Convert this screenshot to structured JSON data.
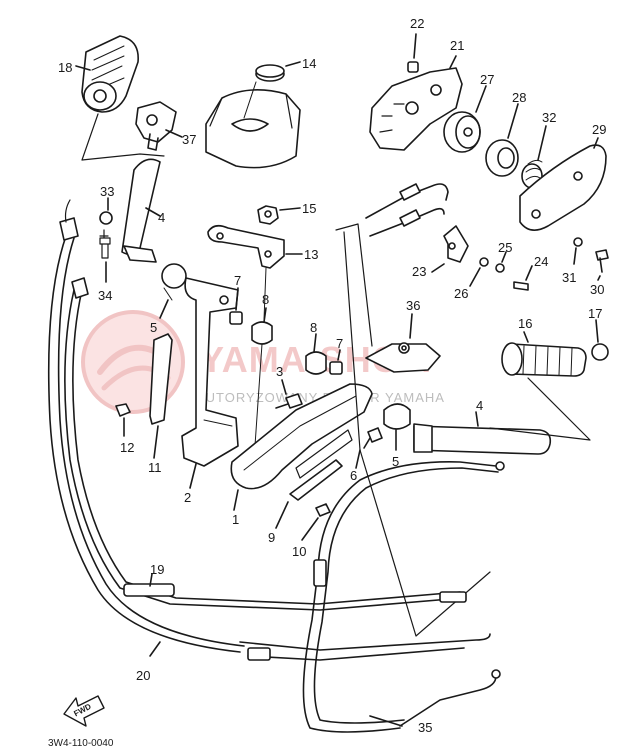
{
  "diagram": {
    "watermark": {
      "brand": "YAMA-SHOP.",
      "subtitle": "AUTORYZOWANY DEALER YAMAHA",
      "color": "#f1c4c4"
    },
    "fwd_label": "FWD",
    "figure_code": "3W4-110-0040",
    "callouts": {
      "n1": "1",
      "n2": "2",
      "n3": "3",
      "n4a": "4",
      "n4b": "4",
      "n5a": "5",
      "n5b": "5",
      "n6": "6",
      "n7a": "7",
      "n7b": "7",
      "n8a": "8",
      "n8b": "8",
      "n9": "9",
      "n10": "10",
      "n11": "11",
      "n12": "12",
      "n13": "13",
      "n14": "14",
      "n15": "15",
      "n16": "16",
      "n17": "17",
      "n18": "18",
      "n19": "19",
      "n20": "20",
      "n21": "21",
      "n22": "22",
      "n23": "23",
      "n24": "24",
      "n25": "25",
      "n26": "26",
      "n27": "27",
      "n28": "28",
      "n29": "29",
      "n30": "30",
      "n31": "31",
      "n32": "32",
      "n33": "33",
      "n34": "34",
      "n35": "35",
      "n36": "36",
      "n37": "37"
    },
    "colors": {
      "ink": "#1a1a1a",
      "watermark_logo": "#f3caca"
    }
  }
}
